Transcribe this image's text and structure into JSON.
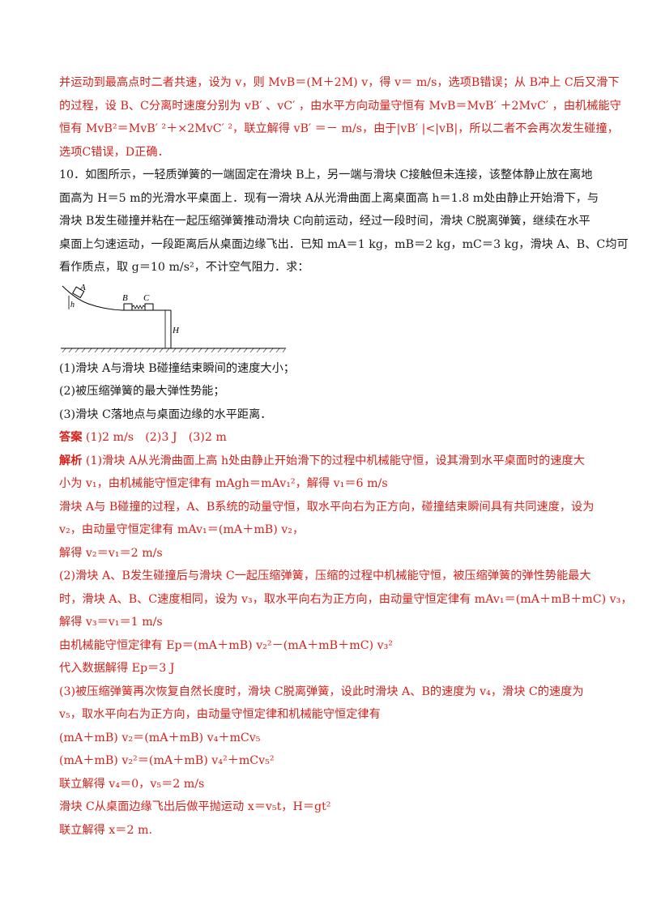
{
  "prev_solution": {
    "lines": [
      "并运动到最高点时二者共速，设为 v，则 MvB＝(M＋2M) v，得 v＝ m/s，选项B错误；从 B冲上 C后又滑下",
      "的过程，设 B、C分离时速度分别为 vB′ 、vC′ ，由水平方向动量守恒有 MvB＝MvB′ ＋2MvC′ ，由机械能守",
      "恒有 MvB²＝MvB′ ²＋×2MvC′ ²，联立解得 vB′ ＝－ m/s，由于|vB′ |<|vB|，所以二者不会再次发生碰撞，",
      "选项C错误，D正确．"
    ]
  },
  "question": {
    "lines": [
      "10．如图所示，一轻质弹簧的一端固定在滑块 B上，另一端与滑块 C接触但未连接，该整体静止放在离地",
      "面高为 H＝5 m的光滑水平桌面上．现有一滑块 A从光滑曲面上离桌面高 h＝1.8 m处由静止开始滑下，与",
      "滑块 B发生碰撞并粘在一起压缩弹簧推动滑块 C向前运动，经过一段时间，滑块 C脱离弹簧，继续在水平",
      "桌面上匀速运动，一段距离后从桌面边缘飞出．已知 mA＝1 kg，mB＝2 kg，mC＝3 kg，滑块 A、B、C均可",
      "看作质点，取 g＝10 m/s²，不计空气阻力．求："
    ],
    "figure_labels": {
      "a": "A",
      "h": "h",
      "b": "B",
      "c": "C",
      "H": "H"
    },
    "sub_questions": [
      "(1)滑块 A与滑块 B碰撞结束瞬间的速度大小；",
      "(2)被压缩弹簧的最大弹性势能；",
      "(3)滑块 C落地点与桌面边缘的水平距离．"
    ]
  },
  "answer": {
    "label": "答案",
    "text": "(1)2 m/s　(2)3 J　(3)2 m"
  },
  "analysis": {
    "label": "解析",
    "first_line": "(1)滑块 A从光滑曲面上高 h处由静止开始滑下的过程中机械能守恒，设其滑到水平桌面时的速度大",
    "lines": [
      "小为 v₁，由机械能守恒定律有 mAgh＝mAv₁²，解得 v₁＝6 m/s",
      "滑块 A与 B碰撞的过程，A、B系统的动量守恒，取水平向右为正方向，碰撞结束瞬间具有共同速度，设为",
      "v₂，由动量守恒定律有 mAv₁＝(mA＋mB) v₂，",
      "解得 v₂＝v₁＝2 m/s",
      "(2)滑块 A、B发生碰撞后与滑块 C一起压缩弹簧，压缩的过程中机械能守恒，被压缩弹簧的弹性势能最大",
      "时，滑块 A、B、C速度相同，设为 v₃，取水平向右为正方向，由动量守恒定律有 mAv₁＝(mA＋mB＋mC) v₃，",
      "解得 v₃＝v₁＝1 m/s",
      "由机械能守恒定律有 Ep＝(mA＋mB) v₂²－(mA＋mB＋mC) v₃²",
      "代入数据解得 Ep＝3 J",
      "(3)被压缩弹簧再次恢复自然长度时，滑块 C脱离弹簧，设此时滑块 A、B的速度为 v₄，滑块 C的速度为",
      "v₅，取水平向右为正方向，由动量守恒定律和机械能守恒定律有",
      "(mA＋mB) v₂＝(mA＋mB) v₄＋mCv₅",
      "(mA＋mB) v₂²＝(mA＋mB) v₄²＋mCv₅²",
      "联立解得 v₄＝0，v₅＝2 m/s",
      "滑块 C从桌面边缘飞出后做平抛运动 x＝v₅t，H＝gt²",
      "联立解得 x＝2 m."
    ]
  }
}
